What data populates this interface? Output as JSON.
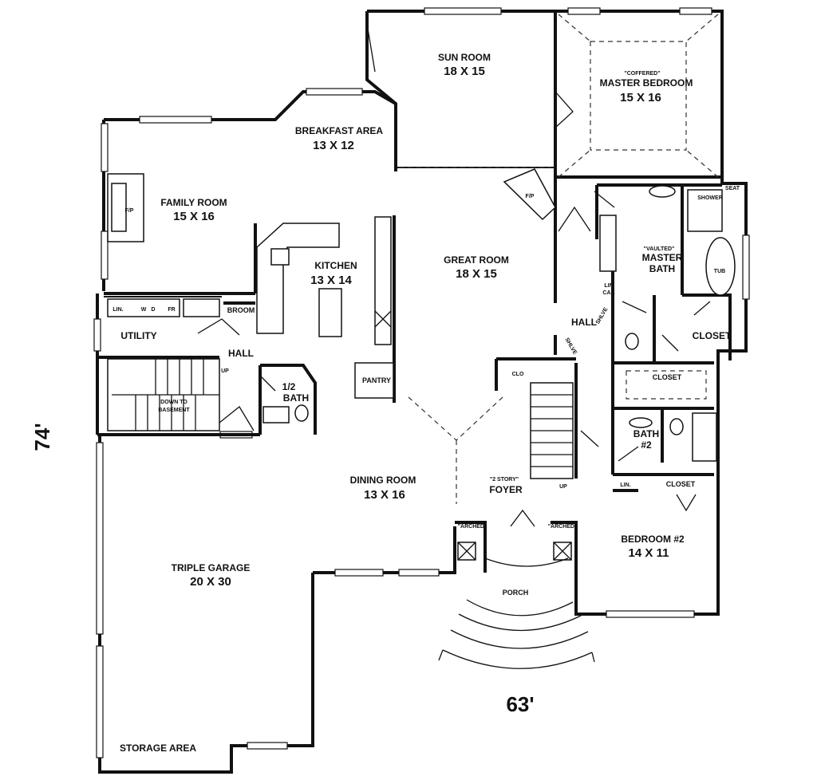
{
  "rooms": {
    "sun_room": {
      "name": "SUN ROOM",
      "size": "18 X 15"
    },
    "master_bedroom": {
      "note": "\"COFFERED\"",
      "name": "MASTER BEDROOM",
      "size": "15 X 16"
    },
    "breakfast": {
      "name": "BREAKFAST AREA",
      "size": "13 X 12"
    },
    "family_room": {
      "name": "FAMILY ROOM",
      "size": "15 X 16"
    },
    "kitchen": {
      "name": "KITCHEN",
      "size": "13 X 14"
    },
    "great_room": {
      "name": "GREAT ROOM",
      "size": "18 X 15"
    },
    "master_bath": {
      "note": "\"VAULTED\"",
      "name": "MASTER",
      "name2": "BATH"
    },
    "dining_room": {
      "name": "DINING ROOM",
      "size": "13 X 16"
    },
    "foyer": {
      "note": "\"2 STORY\"",
      "name": "FOYER"
    },
    "bedroom2": {
      "name": "BEDROOM #2",
      "size": "14 X 11"
    },
    "garage": {
      "name": "TRIPLE GARAGE",
      "size": "20 X 30"
    },
    "storage": {
      "name": "STORAGE AREA"
    },
    "utility": {
      "name": "UTILITY"
    },
    "hall_left": {
      "name": "HALL"
    },
    "hall_right": {
      "name": "HALL"
    },
    "half_bath": {
      "name": "1/2",
      "name2": "BATH"
    },
    "bath2": {
      "name": "BATH",
      "name2": "#2"
    },
    "closet_master": {
      "name": "CLOSET"
    },
    "closet_walk": {
      "name": "CLOSET"
    },
    "closet_bed2": {
      "name": "CLOSET"
    },
    "pantry": {
      "name": "PANTRY"
    },
    "porch": {
      "name": "PORCH"
    },
    "broom": {
      "name": "BROOM"
    },
    "down_basement": {
      "name": "DOWN TO",
      "name2": "BASEMENT"
    }
  },
  "labels": {
    "fp_family": "F/P",
    "fp_great": "F/P",
    "shower": "SHOWER",
    "seat": "SEAT",
    "tub": "TUB",
    "lin_cab": "LIN",
    "lin_cab2": "CAB",
    "lin_bed": "LIN.",
    "shlve1": "SHLVE",
    "shlve2": "SHLVE",
    "clo": "CLO",
    "up_left": "UP",
    "up_foyer": "UP",
    "arched_left": "\"ARCHED\"",
    "arched_right": "\"ARCHED\"",
    "lin_util": "LIN.",
    "w": "W",
    "d": "D",
    "fr": "FR"
  },
  "dimensions": {
    "depth": "74'",
    "width": "63'"
  }
}
